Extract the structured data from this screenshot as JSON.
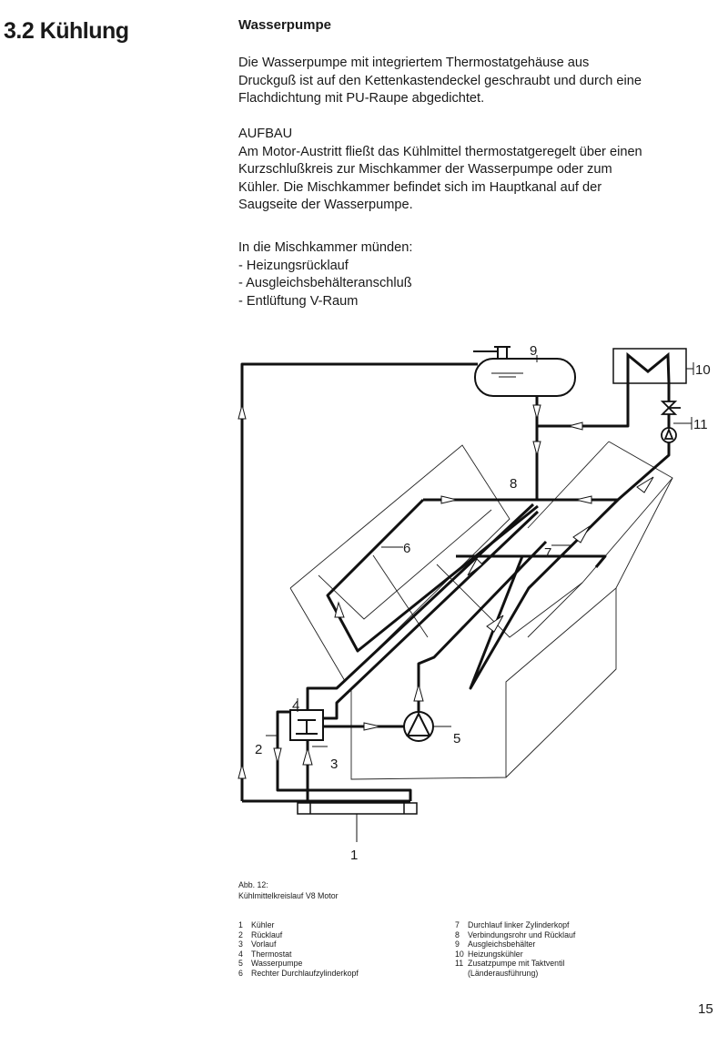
{
  "section_title": "3.2 Kühlung",
  "subtitle": "Wasserpumpe",
  "paragraph1": [
    "Die Wasserpumpe mit integriertem Thermostatgehäuse aus",
    "Druckguß ist auf den Kettenkastendeckel geschraubt und durch eine",
    "Flachdichtung mit PU-Raupe abgedichtet."
  ],
  "paragraph2": [
    "AUFBAU",
    "Am Motor-Austritt fließt das Kühlmittel thermostatgeregelt über einen",
    "Kurzschlußkreis zur Mischkammer der Wasserpumpe oder zum",
    "Kühler. Die Mischkammer befindet sich im Hauptkanal auf der",
    "Saugseite der Wasserpumpe."
  ],
  "paragraph3": [
    "In die Mischkammer münden:",
    "- Heizungsrücklauf",
    "- Ausgleichsbehälteranschluß",
    "- Entlüftung V-Raum"
  ],
  "diagram_labels": [
    "1",
    "2",
    "3",
    "4",
    "5",
    "6",
    "7",
    "8",
    "9",
    "10",
    "11"
  ],
  "caption": {
    "number": "Abb. 12:",
    "text": "Kühlmittelkreislauf V8 Motor"
  },
  "legend_left": [
    {
      "n": "1",
      "label": "Kühler"
    },
    {
      "n": "2",
      "label": "Rücklauf"
    },
    {
      "n": "3",
      "label": "Vorlauf"
    },
    {
      "n": "4",
      "label": "Thermostat"
    },
    {
      "n": "5",
      "label": "Wasserpumpe"
    },
    {
      "n": "6",
      "label": "Rechter Durchlaufzylinderkopf"
    }
  ],
  "legend_right": [
    {
      "n": "7",
      "label": "Durchlauf linker Zylinderkopf"
    },
    {
      "n": "8",
      "label": "Verbindungsrohr und Rücklauf"
    },
    {
      "n": "9",
      "label": "Ausgleichsbehälter"
    },
    {
      "n": "10",
      "label": "Heizungskühler"
    },
    {
      "n": "11",
      "label": "Zusatzpumpe mit Taktventil"
    },
    {
      "n": "",
      "label": "(Länderausführung)"
    }
  ],
  "page_number": "15"
}
